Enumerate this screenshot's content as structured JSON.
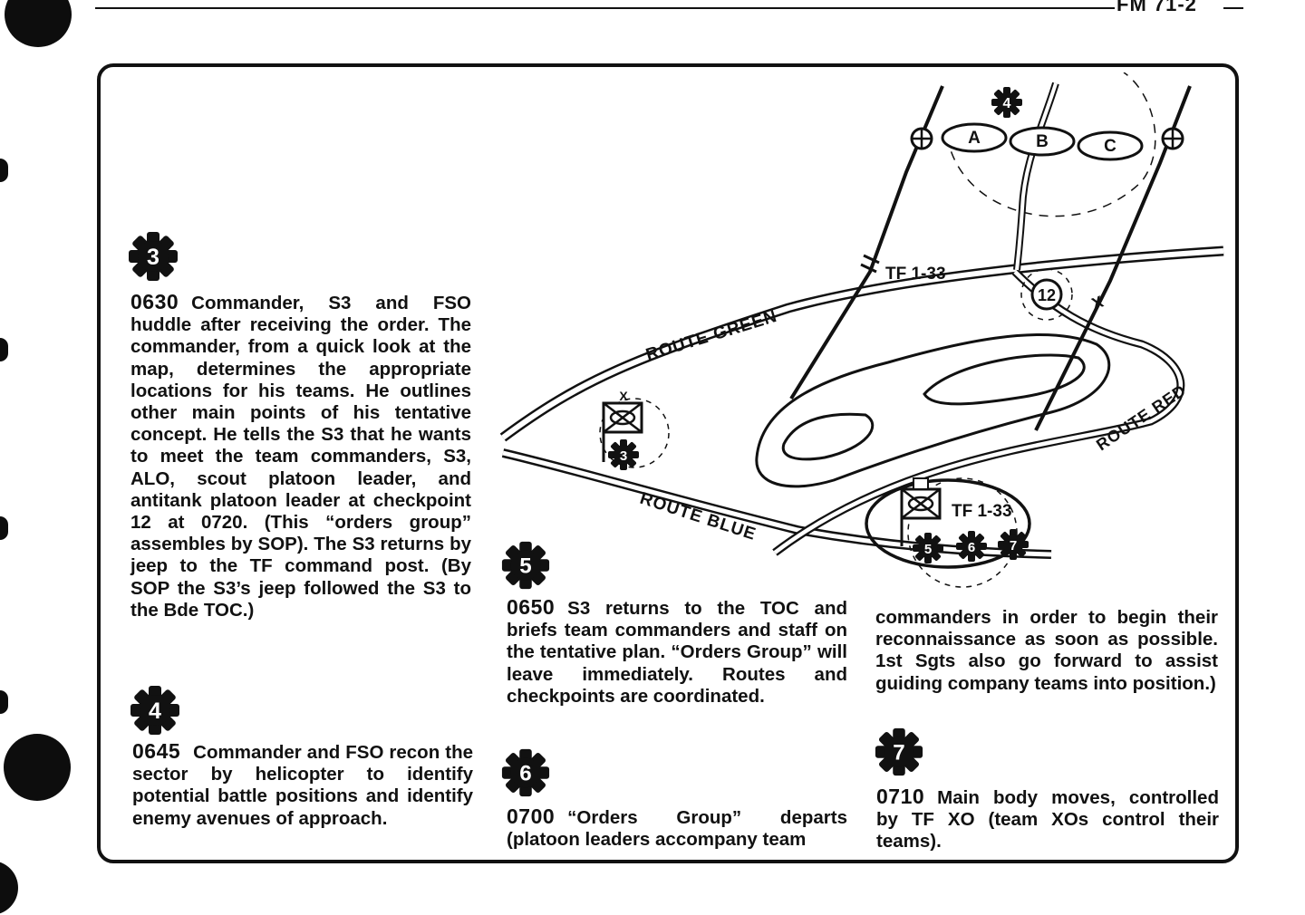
{
  "header": {
    "page_id": "FM 71-2"
  },
  "events": [
    {
      "marker": "3",
      "time": "0630",
      "text": "Commander, S3 and FSO huddle after receiving the order. The commander, from a quick look at the map, determines the appropriate locations for his teams. He outlines other main points of his tentative concept. He tells the S3 that he wants to meet the team commanders, S3, ALO, scout platoon leader, and antitank platoon leader at checkpoint 12 at 0720. (This “orders group” assembles by SOP). The S3 returns by jeep to the TF command post. (By SOP the S3’s jeep followed the S3 to the Bde TOC.)"
    },
    {
      "marker": "4",
      "time": "0645",
      "text": "Commander and FSO recon the sector by helicopter to identify potential battle positions and identify enemy avenues of approach."
    },
    {
      "marker": "5",
      "time": "0650",
      "text": "S3 returns to the TOC and briefs team commanders and staff on the tentative plan. “Orders Group” will leave immediately. Routes and checkpoints are coordinated."
    },
    {
      "marker": "6",
      "time": "0700",
      "text": "“Orders Group” departs (platoon leaders accompany team"
    },
    {
      "continuation": "commanders in order to begin their reconnaissance as soon as possible. 1st Sgts also go forward to assist guiding company teams into position.)"
    },
    {
      "marker": "7",
      "time": "0710",
      "text": "Main body moves, controlled by TF XO (team XOs control their teams)."
    }
  ],
  "map": {
    "routes": [
      "ROUTE GREEN",
      "ROUTE BLUE",
      "ROUTE RED"
    ],
    "unit_labels": [
      "TF 1-33",
      "TF 1-33"
    ],
    "company_positions": [
      "A",
      "B",
      "C"
    ],
    "checkpoint": "12",
    "markers": [
      "4",
      "3",
      "5",
      "6",
      "7"
    ],
    "boundary_symbol": "X",
    "colors": {
      "ink": "#111111",
      "paper": "#ffffff"
    }
  }
}
